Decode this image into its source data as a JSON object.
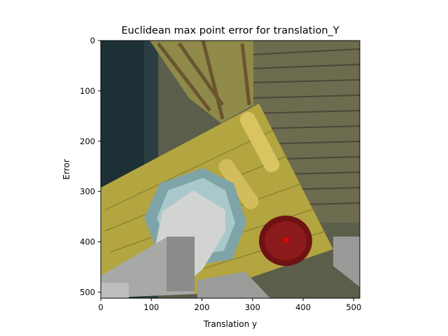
{
  "chart_data": {
    "type": "scatter",
    "title": "Euclidean max point error for translation_Y",
    "xlabel": "Translation y",
    "ylabel": "Error",
    "xlim": [
      0,
      512
    ],
    "ylim": [
      512,
      0
    ],
    "y_inverted": true,
    "grid": false,
    "background": "image",
    "x_ticks": [
      0,
      100,
      200,
      300,
      400,
      500
    ],
    "y_ticks": [
      0,
      100,
      200,
      300,
      400,
      500
    ],
    "x_tick_labels": [
      "0",
      "100",
      "200",
      "300",
      "400",
      "500"
    ],
    "y_tick_labels": [
      "0",
      "100",
      "200",
      "300",
      "400",
      "500"
    ],
    "series": [
      {
        "marker": "x",
        "color": "#ff0000",
        "points": [
          {
            "x": 366,
            "y": 397
          }
        ]
      }
    ]
  }
}
